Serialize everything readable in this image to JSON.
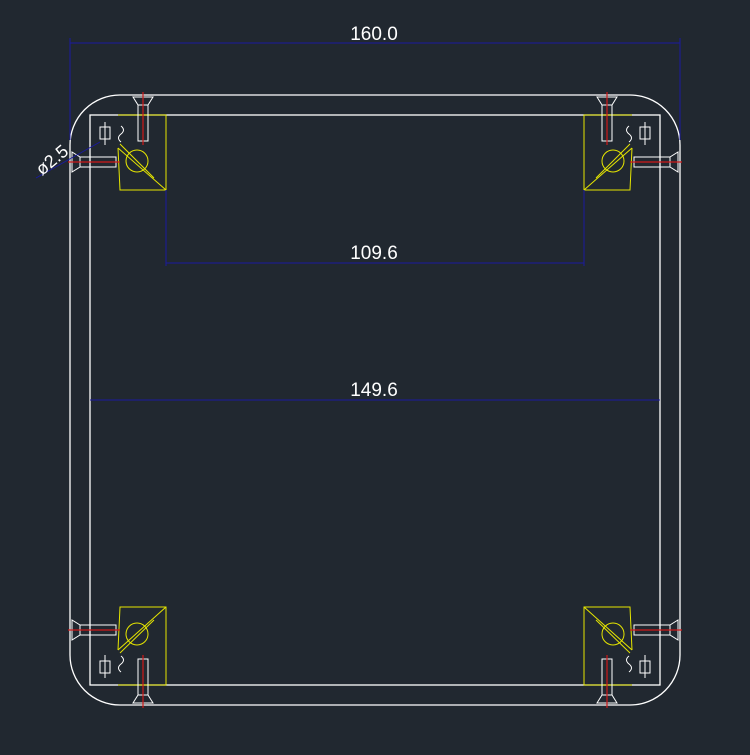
{
  "drawing": {
    "background_color": "#212830",
    "outline_color": "#ffffff",
    "dimension_color": "#1a1aa0",
    "bracket_color": "#e6e600",
    "centerline_color": "#d01818",
    "dimensions": {
      "overall_width": "160.0",
      "inner_width": "149.6",
      "bracket_gap": "109.6",
      "hole_diameter": "ø2.5"
    }
  }
}
